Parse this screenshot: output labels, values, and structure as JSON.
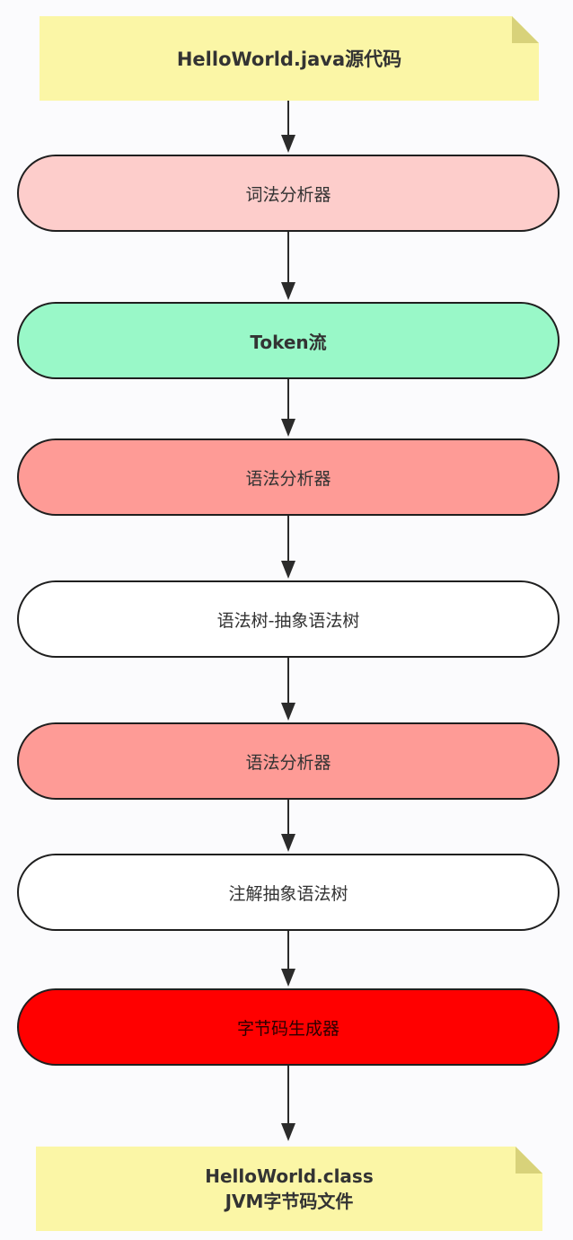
{
  "nodes": {
    "source": "HelloWorld.java源代码",
    "lexer": "词法分析器",
    "token_stream": "Token流",
    "parser": "语法分析器",
    "ast": "语法树-抽象语法树",
    "parser2": "语法分析器",
    "annotated_ast": "注解抽象语法树",
    "bytecode_generator": "字节码生成器",
    "output_line1": "HelloWorld.class",
    "output_line2": "JVM字节码文件"
  },
  "colors": {
    "note": "#fbf6a6",
    "lexer": "#fdcdcb",
    "token_stream": "#99f8c8",
    "parser": "#fe9b96",
    "plain": "#ffffff",
    "bytecode_generator": "#ff0000",
    "stroke": "#1f1f1f"
  }
}
